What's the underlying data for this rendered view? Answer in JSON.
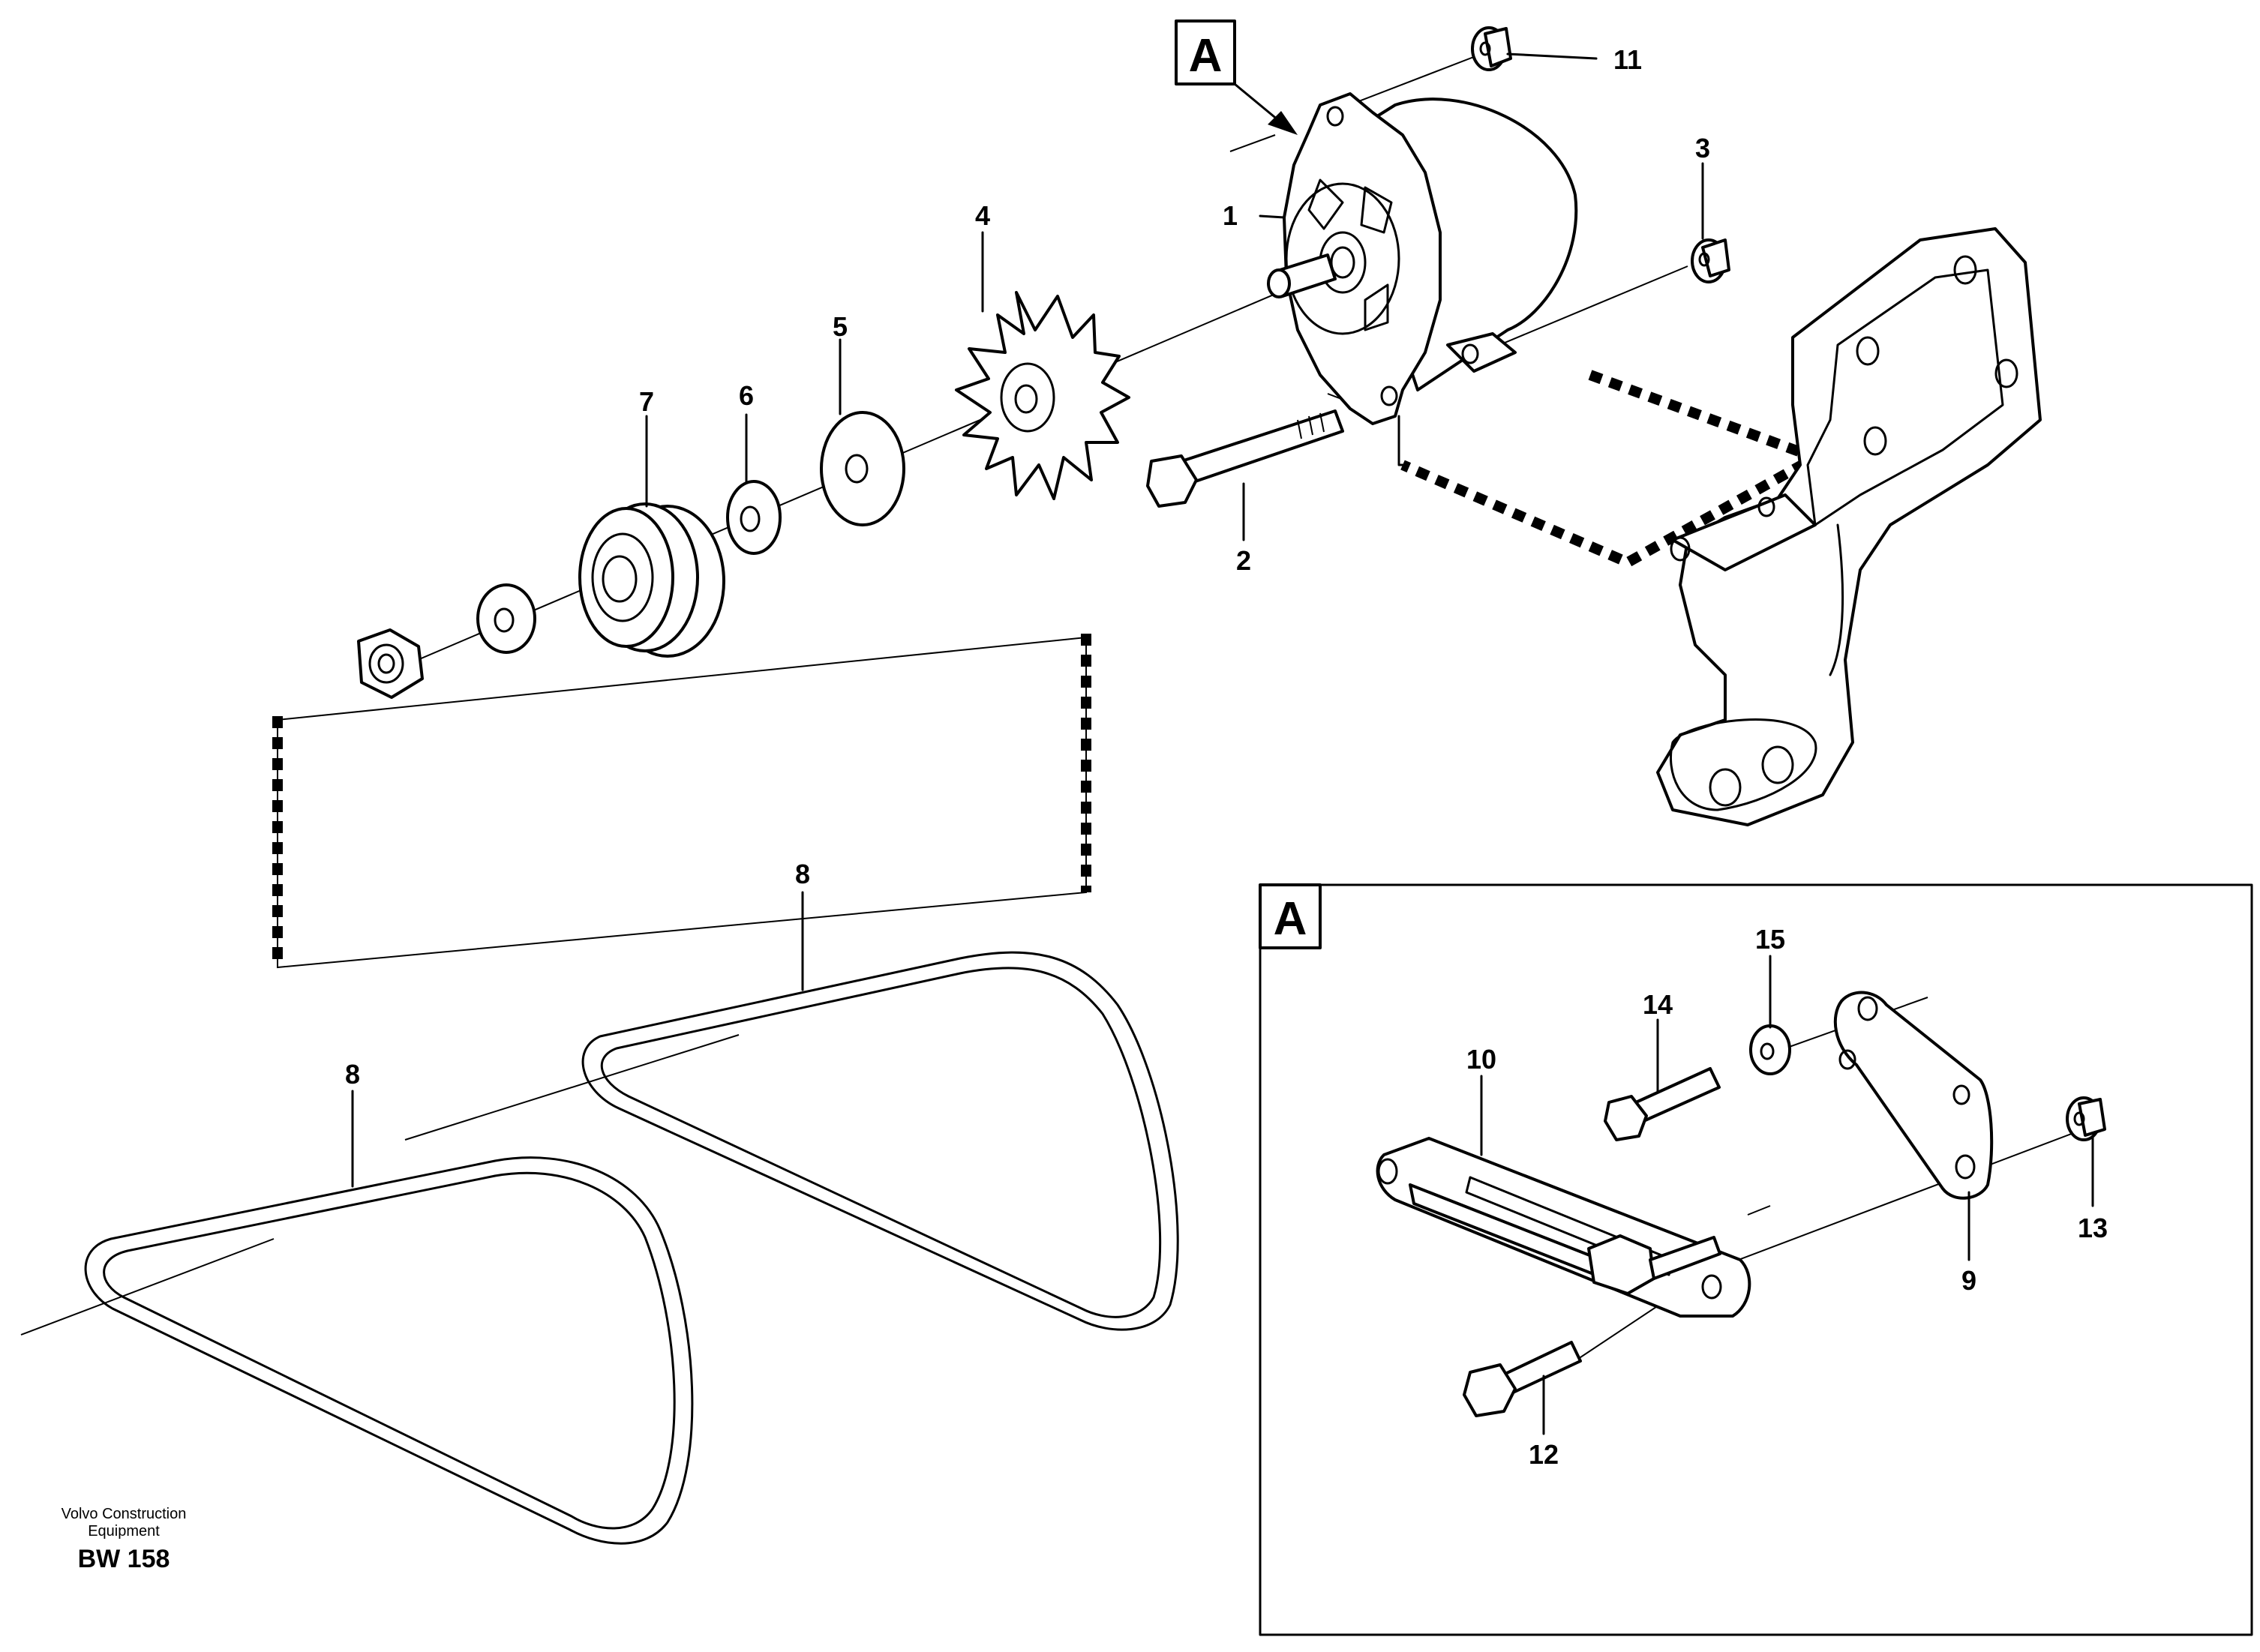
{
  "callouts": {
    "c1": "1",
    "c2": "2",
    "c3": "3",
    "c4": "4",
    "c5": "5",
    "c6": "6",
    "c7": "7",
    "c8a": "8",
    "c8b": "8",
    "c9": "9",
    "c10": "10",
    "c11": "11",
    "c12": "12",
    "c13": "13",
    "c14": "14",
    "c15": "15"
  },
  "view_labels": {
    "main": "A",
    "detail": "A"
  },
  "footer": {
    "line1": "Volvo Construction",
    "line2": "Equipment",
    "code": "BW 158"
  }
}
